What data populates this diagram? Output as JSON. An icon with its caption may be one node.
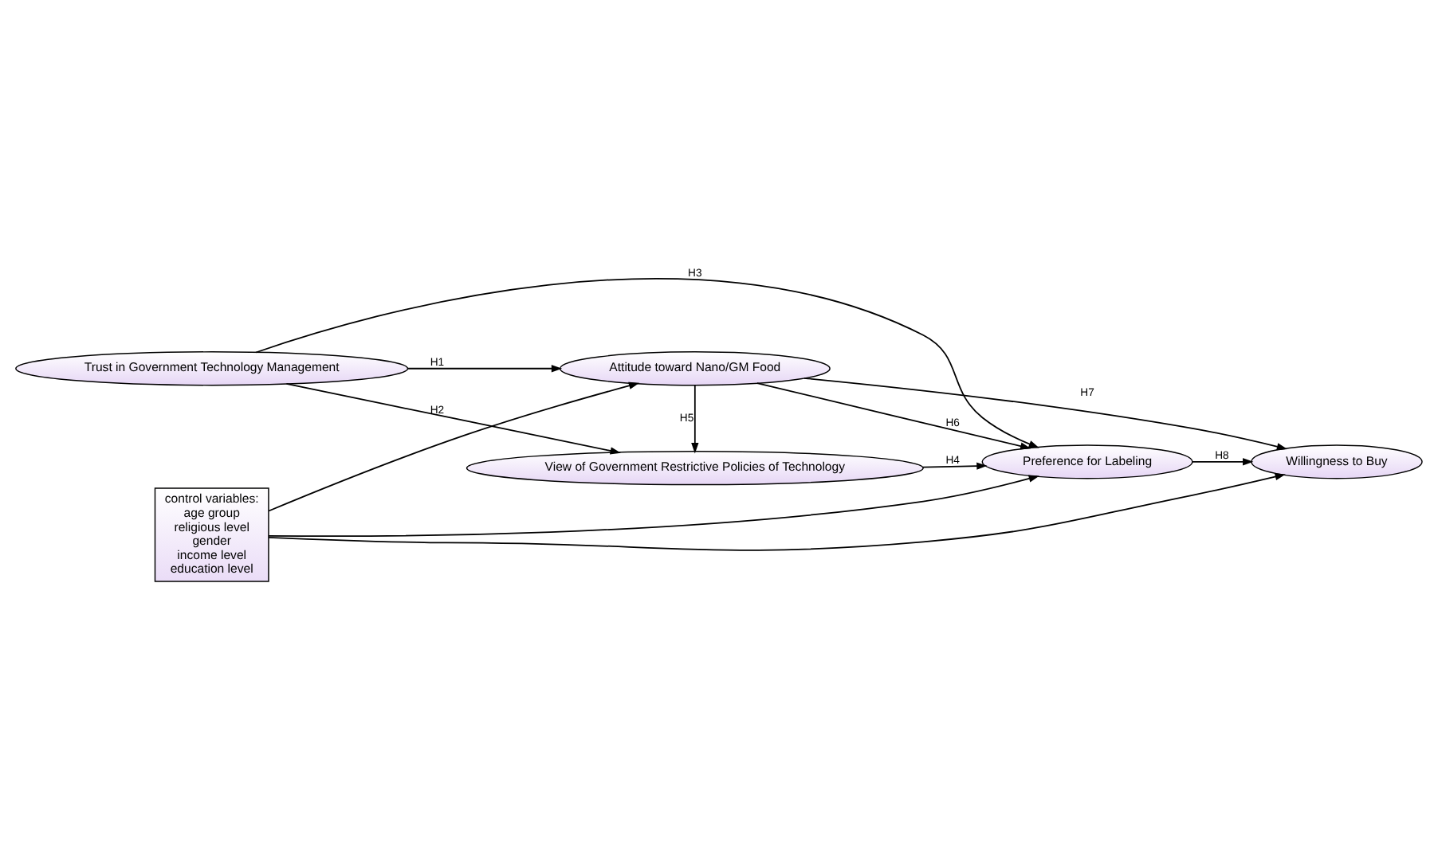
{
  "diagram": {
    "nodes": [
      {
        "text": [
          "Trust in Government Technology Management"
        ]
      },
      {
        "text": [
          "Attitude toward Nano/GM Food"
        ]
      },
      {
        "text": [
          "View of Government Restrictive Policies of Technology"
        ]
      },
      {
        "text": [
          "Preference for Labeling"
        ]
      },
      {
        "text": [
          "control variables:",
          "age group",
          "religious level",
          "gender",
          "income level",
          "education level"
        ]
      },
      {
        "text": [
          "Willingness to Buy"
        ]
      }
    ],
    "edges": [
      {
        "from": 0,
        "to": 1,
        "arrow": "to",
        "label": "H1"
      },
      {
        "from": 0,
        "to": 2,
        "arrow": "to",
        "label": "H2"
      },
      {
        "from": 0,
        "to": 3,
        "arrow": "to",
        "label": "H3"
      },
      {
        "from": 2,
        "to": 3,
        "arrow": "to",
        "label": "H4"
      },
      {
        "from": 1,
        "to": 2,
        "arrow": "to",
        "label": "H5"
      },
      {
        "from": 1,
        "to": 3,
        "arrow": "to",
        "label": "H6"
      },
      {
        "from": 1,
        "to": 5,
        "arrow": "to",
        "label": "H7"
      },
      {
        "from": 3,
        "to": 5,
        "arrow": "to",
        "label": "H8"
      },
      {
        "from": 4,
        "to": 1,
        "arrow": "to"
      },
      {
        "from": 4,
        "to": 5,
        "arrow": "to"
      },
      {
        "from": 4,
        "to": 3,
        "arrow": "to"
      }
    ]
  }
}
